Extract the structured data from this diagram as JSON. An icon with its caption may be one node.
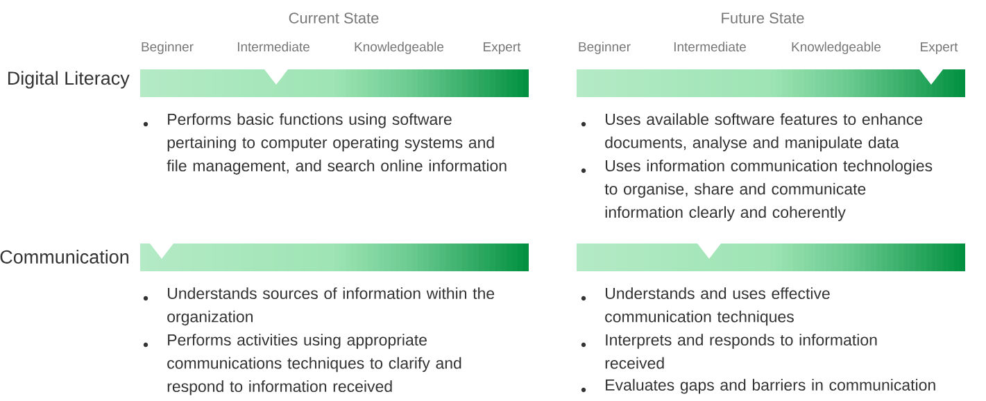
{
  "diagram": {
    "labels": [
      "Current State",
      "Future State",
      "Beginner",
      "Intermediate",
      "Knowledgeable",
      "Expert",
      "Beginner",
      "Intermediate",
      "Knowledgeable",
      "Expert",
      "Digital Literacy",
      "Performs basic functions using software pertaining to computer operating systems and file management, and search online information",
      "Uses available software features to enhance documents, analyse and manipulate data",
      "Uses information communication technologies to organise, share and communicate information clearly and coherently",
      "Communication",
      "Understands sources of information within the organization",
      "Performs activities using appropriate communications techniques to clarify and respond to information received",
      "Understands and uses effective communication techniques",
      "Interprets and responds to information received",
      "Evaluates gaps and barriers in communication"
    ]
  }
}
